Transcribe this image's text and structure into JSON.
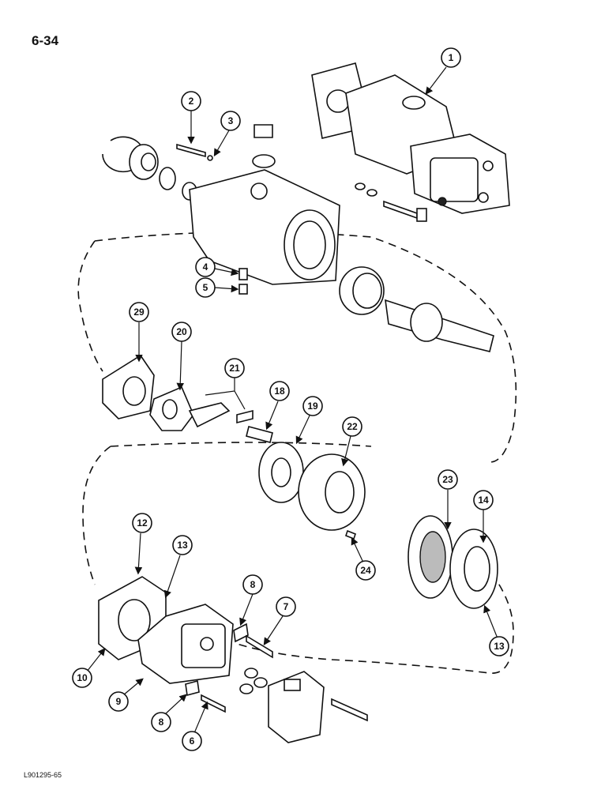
{
  "page": {
    "number": "6-34",
    "figure_ref": "L901295-65"
  },
  "callouts": [
    "1",
    "2",
    "3",
    "4",
    "5",
    "29",
    "20",
    "21",
    "18",
    "19",
    "22",
    "23",
    "14",
    "12",
    "13",
    "8",
    "7",
    "10",
    "9",
    "8",
    "6",
    "24",
    "13"
  ],
  "colors": {
    "ink": "#111111",
    "paper": "#ffffff"
  }
}
